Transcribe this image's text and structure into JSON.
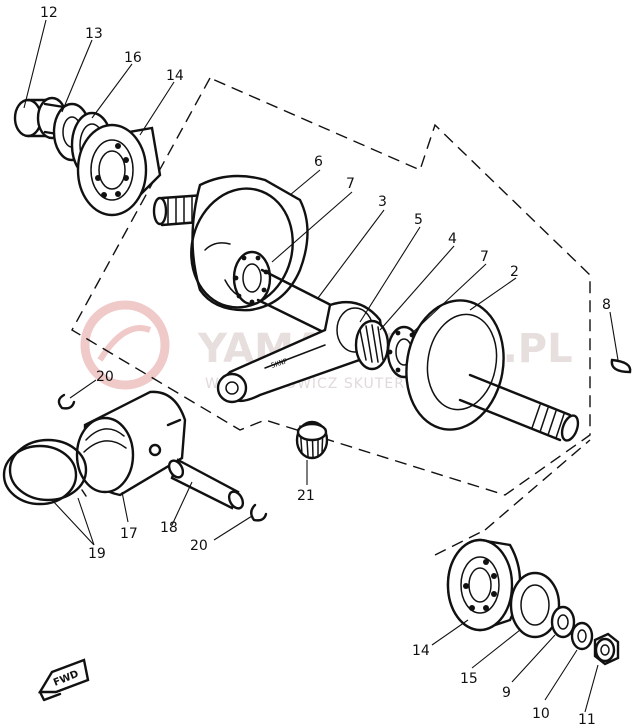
{
  "watermark": {
    "main": "YAMASKUTER.PL",
    "sub": "WOJCIECHOWICZ SKUTERY YAMAHA"
  },
  "direction_badge": "FWD",
  "callouts": [
    "12",
    "13",
    "16",
    "14",
    "6",
    "7",
    "3",
    "5",
    "4",
    "7",
    "2",
    "8",
    "20",
    "21",
    "17",
    "18",
    "20",
    "19",
    "14",
    "15",
    "9",
    "10",
    "11"
  ]
}
